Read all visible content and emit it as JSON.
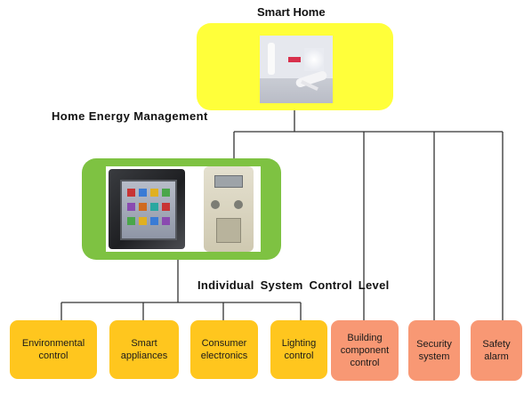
{
  "titles": {
    "smart_home": "Smart Home",
    "home_energy_management": "Home Energy Management",
    "individual_system_control_level": "Individual System Control Level"
  },
  "control_units": [
    {
      "label": "Environmental\ncontrol"
    },
    {
      "label": "Smart\nappliances"
    },
    {
      "label": "Consumer\nelectronics"
    },
    {
      "label": "Lighting\ncontrol"
    }
  ],
  "direct_systems": [
    {
      "label": "Building\ncomponent\ncontrol"
    },
    {
      "label": "Security\nsystem"
    },
    {
      "label": "Safety\nalarm"
    }
  ],
  "colors": {
    "smart_home_box": "#ffff3a",
    "hem_box": "#7ec242",
    "control_unit": "#ffc61e",
    "direct_system": "#f89874",
    "connector": "#333333"
  },
  "images": {
    "smart_home": "living-room-photo",
    "hem_left": "thermostat-touchscreen-photo",
    "hem_right": "smart-meter-photo"
  }
}
